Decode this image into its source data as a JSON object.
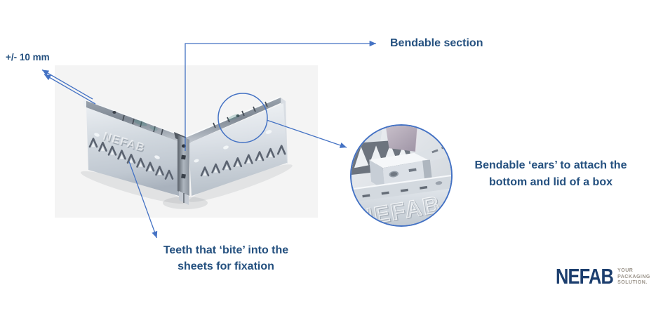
{
  "annotations": {
    "tolerance_label": "+/- 10 mm",
    "bendable_section_label": "Bendable section",
    "bendable_ears_line1": "Bendable ‘ears’ to attach the",
    "bendable_ears_line2": "bottom and lid of a box",
    "teeth_line1": "Teeth that ‘bite’ into the",
    "teeth_line2": "sheets for fixation"
  },
  "product": {
    "embossed_text": "NEFAB",
    "detail_embossed_text": "NEFAB"
  },
  "logo": {
    "brand": "NEFAB",
    "tagline_line1": "YOUR",
    "tagline_line2": "PACKAGING",
    "tagline_line3": "SOLUTION."
  },
  "colors": {
    "annotation_text": "#24507f",
    "line": "#4472c4",
    "logo_navy": "#1c3e6e",
    "tagline_gray": "#9a9389",
    "photo_bg": "#f4f4f4"
  }
}
